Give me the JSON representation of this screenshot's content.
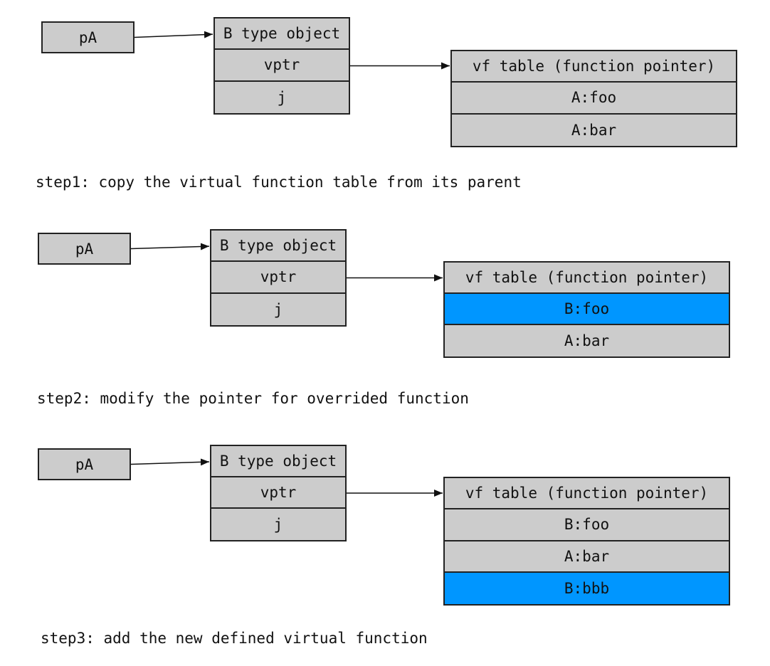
{
  "colors": {
    "box_fill": "#cccccc",
    "highlight": "#0096ff",
    "line": "#222222"
  },
  "steps": [
    {
      "pointer": "pA",
      "object": {
        "title": "B type object",
        "fields": [
          "vptr",
          "j"
        ]
      },
      "vtable": {
        "title": "vf table (function pointer)",
        "entries": [
          {
            "label": "A:foo",
            "highlight": false
          },
          {
            "label": "A:bar",
            "highlight": false
          }
        ]
      },
      "caption": "step1: copy the virtual function table from its parent"
    },
    {
      "pointer": "pA",
      "object": {
        "title": "B type object",
        "fields": [
          "vptr",
          "j"
        ]
      },
      "vtable": {
        "title": "vf table (function pointer)",
        "entries": [
          {
            "label": "B:foo",
            "highlight": true
          },
          {
            "label": "A:bar",
            "highlight": false
          }
        ]
      },
      "caption": "step2: modify the pointer for overrided function"
    },
    {
      "pointer": "pA",
      "object": {
        "title": "B type object",
        "fields": [
          "vptr",
          "j"
        ]
      },
      "vtable": {
        "title": "vf table (function pointer)",
        "entries": [
          {
            "label": "B:foo",
            "highlight": false
          },
          {
            "label": "A:bar",
            "highlight": false
          },
          {
            "label": "B:bbb",
            "highlight": true
          }
        ]
      },
      "caption": "step3: add the new defined virtual function"
    }
  ]
}
